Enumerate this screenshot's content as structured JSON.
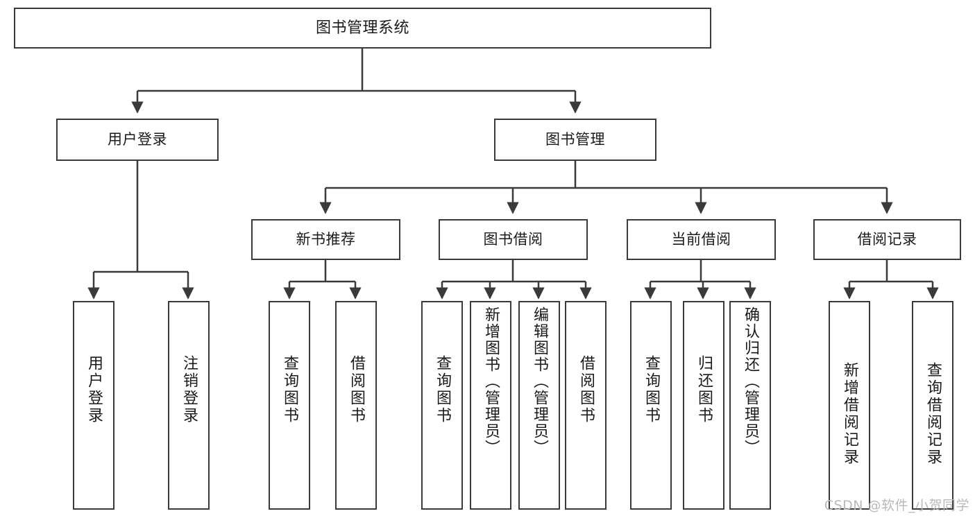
{
  "diagram": {
    "title": "图书管理系统",
    "type": "hierarchy-tree",
    "root": {
      "id": "root",
      "label": "图书管理系统"
    },
    "level2": [
      {
        "id": "user-login",
        "label": "用户登录"
      },
      {
        "id": "book-manage",
        "label": "图书管理"
      }
    ],
    "level3": [
      {
        "id": "new-book-rec",
        "label": "新书推荐"
      },
      {
        "id": "book-borrow",
        "label": "图书借阅"
      },
      {
        "id": "current-borrow",
        "label": "当前借阅"
      },
      {
        "id": "borrow-record",
        "label": "借阅记录"
      }
    ],
    "leaves": [
      {
        "id": "leaf-user-login",
        "label": "用户登录",
        "parent": "user-login"
      },
      {
        "id": "leaf-logout",
        "label": "注销登录",
        "parent": "user-login"
      },
      {
        "id": "leaf-query-book-1",
        "label": "查询图书",
        "parent": "new-book-rec"
      },
      {
        "id": "leaf-borrow-book-1",
        "label": "借阅图书",
        "parent": "new-book-rec"
      },
      {
        "id": "leaf-query-book-2",
        "label": "查询图书",
        "parent": "book-borrow"
      },
      {
        "id": "leaf-add-book",
        "label": "新增图书（管理员）",
        "parent": "book-borrow"
      },
      {
        "id": "leaf-edit-book",
        "label": "编辑图书（管理员）",
        "parent": "book-borrow"
      },
      {
        "id": "leaf-borrow-book-2",
        "label": "借阅图书",
        "parent": "book-borrow"
      },
      {
        "id": "leaf-query-book-3",
        "label": "查询图书",
        "parent": "current-borrow"
      },
      {
        "id": "leaf-return-book",
        "label": "归还图书",
        "parent": "current-borrow"
      },
      {
        "id": "leaf-confirm-return",
        "label": "确认归还（管理员）",
        "parent": "current-borrow"
      },
      {
        "id": "leaf-add-record",
        "label": "新增借阅记录",
        "parent": "borrow-record"
      },
      {
        "id": "leaf-query-record",
        "label": "查询借阅记录",
        "parent": "borrow-record"
      }
    ],
    "watermark": "CSDN @软件_小贺同学",
    "colors": {
      "stroke": "#3a3a3a",
      "fill": "#ffffff",
      "text": "#1a1a1a",
      "watermark": "#b9b9b9"
    }
  }
}
